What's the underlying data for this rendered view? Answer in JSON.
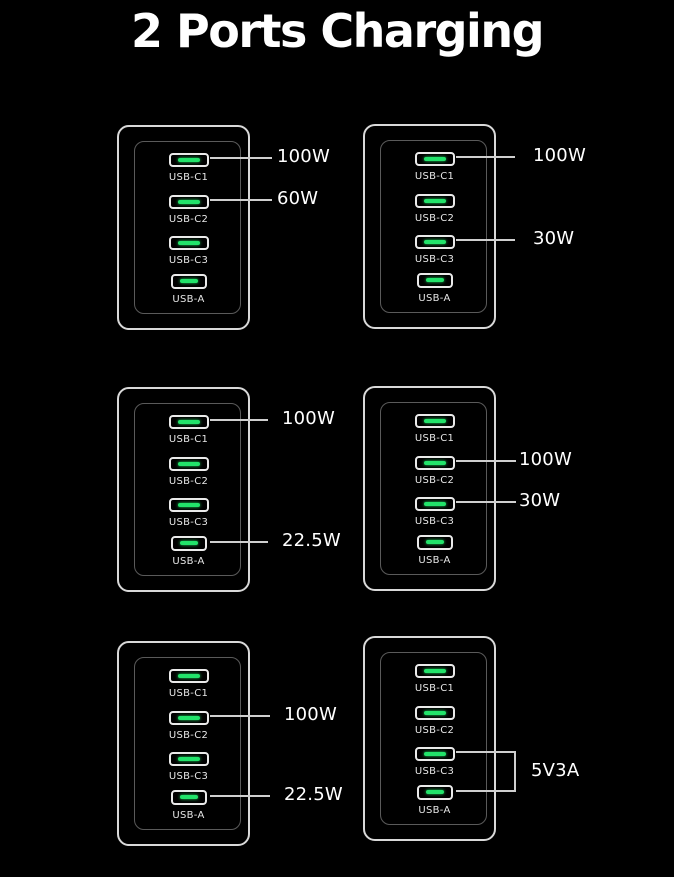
{
  "title": "2 Ports Charging",
  "accent_color": "#22e36a",
  "port_labels": [
    "USB-C1",
    "USB-C2",
    "USB-C3",
    "USB-A"
  ],
  "configurations": [
    {
      "id": "c1",
      "outputs": [
        {
          "port": "USB-C1",
          "label": "100W"
        },
        {
          "port": "USB-C2",
          "label": "60W"
        }
      ]
    },
    {
      "id": "c2",
      "outputs": [
        {
          "port": "USB-C1",
          "label": "100W"
        },
        {
          "port": "USB-C3",
          "label": "30W"
        }
      ]
    },
    {
      "id": "c3",
      "outputs": [
        {
          "port": "USB-C1",
          "label": "100W"
        },
        {
          "port": "USB-A",
          "label": "22.5W"
        }
      ]
    },
    {
      "id": "c4",
      "outputs": [
        {
          "port": "USB-C2",
          "label": "100W"
        },
        {
          "port": "USB-C3",
          "label": "30W"
        }
      ]
    },
    {
      "id": "c5",
      "outputs": [
        {
          "port": "USB-C2",
          "label": "100W"
        },
        {
          "port": "USB-A",
          "label": "22.5W"
        }
      ]
    },
    {
      "id": "c6",
      "outputs": [
        {
          "port": "USB-C3 + USB-A",
          "label": "5V3A"
        }
      ]
    }
  ]
}
